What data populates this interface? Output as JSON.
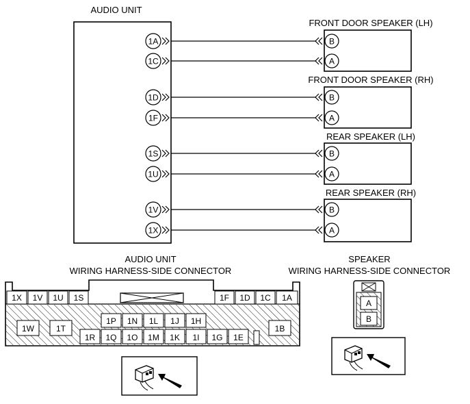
{
  "audio_unit": {
    "title": "AUDIO UNIT",
    "pins": [
      "1A",
      "1C",
      "1D",
      "1F",
      "1S",
      "1U",
      "1V",
      "1X"
    ]
  },
  "speakers": [
    {
      "title": "FRONT DOOR SPEAKER (LH)",
      "pins": [
        "B",
        "A"
      ]
    },
    {
      "title": "FRONT DOOR SPEAKER (RH)",
      "pins": [
        "B",
        "A"
      ]
    },
    {
      "title": "REAR SPEAKER (LH)",
      "pins": [
        "B",
        "A"
      ]
    },
    {
      "title": "REAR SPEAKER (RH)",
      "pins": [
        "B",
        "A"
      ]
    }
  ],
  "audio_connector": {
    "title_line1": "AUDIO UNIT",
    "title_line2": "WIRING HARNESS-SIDE CONNECTOR",
    "top_row_left": [
      "1X",
      "1V",
      "1U",
      "1S"
    ],
    "top_row_right": [
      "1F",
      "1D",
      "1C",
      "1A"
    ],
    "mid_row": [
      "1P",
      "1N",
      "1L",
      "1J",
      "1H"
    ],
    "bottom_row": [
      "1R",
      "1Q",
      "1O",
      "1M",
      "1K",
      "1I",
      "1G",
      "1E"
    ],
    "side_left": [
      "1W",
      "1T"
    ],
    "side_right": "1B"
  },
  "speaker_connector": {
    "title_line1": "SPEAKER",
    "title_line2": "WIRING HARNESS-SIDE CONNECTOR",
    "pins": [
      "A",
      "B"
    ]
  },
  "icons": {
    "audio_view": "connector-view-arrow-icon",
    "speaker_view": "connector-view-arrow-icon"
  }
}
